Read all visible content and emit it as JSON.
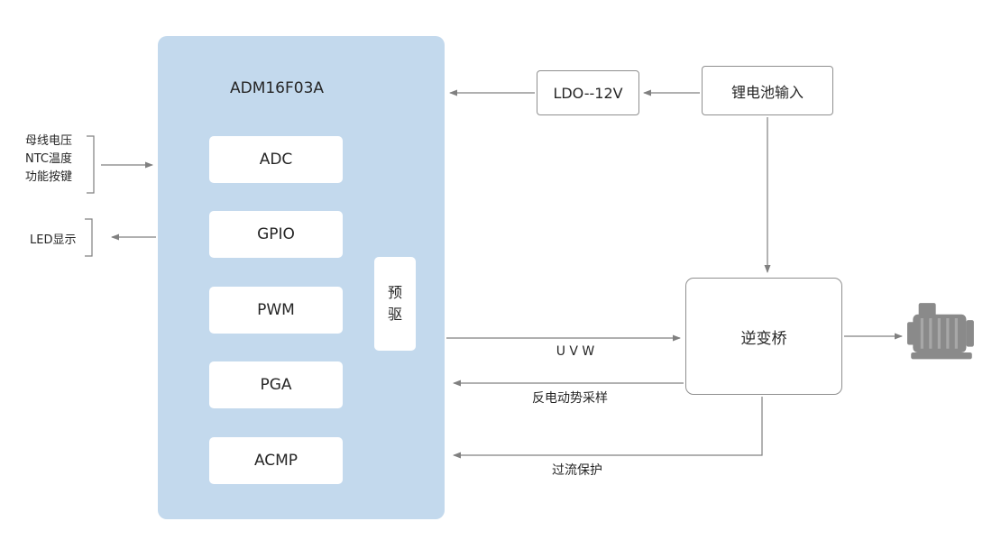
{
  "colors": {
    "mcu_fill": "#c3d9ed",
    "box_border": "#8f8f8f",
    "wire": "#808080",
    "text": "#262626",
    "motor": "#8a8a8a"
  },
  "mcu": {
    "title": "ADM16F03A",
    "modules": [
      "ADC",
      "GPIO",
      "PWM",
      "PGA",
      "ACMP"
    ],
    "predriver": "预\n驱"
  },
  "left": {
    "input_lines": [
      "母线电压",
      "NTC温度",
      "功能按键"
    ],
    "led": "LED显示"
  },
  "power": {
    "ldo": "LDO--12V",
    "battery": "锂电池输入"
  },
  "inverter": {
    "label": "逆变桥"
  },
  "signals": {
    "uvw": "U V W",
    "bemf": "反电动势采样",
    "overcurrent": "过流保护"
  }
}
